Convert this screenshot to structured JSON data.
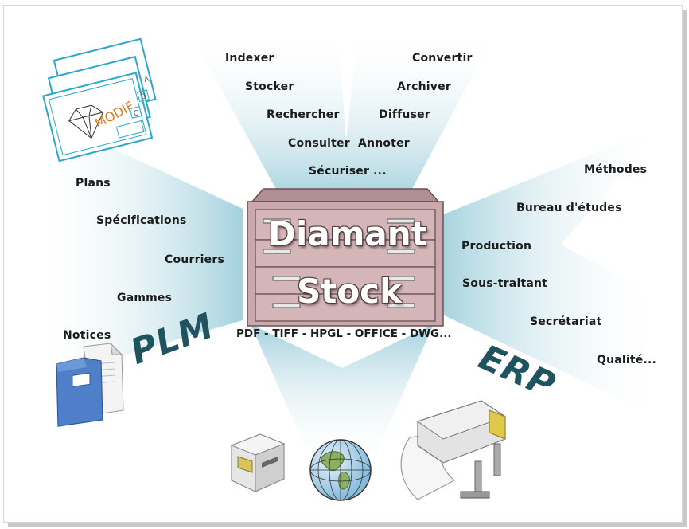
{
  "product": {
    "name_line1": "Diamant",
    "name_line2": "Stock"
  },
  "formats": "PDF - TIFF - HPGL - OFFICE - DWG...",
  "functions_left": [
    "Indexer",
    "Stocker",
    "Rechercher",
    "Consulter"
  ],
  "functions_right": [
    "Convertir",
    "Archiver",
    "Diffuser",
    "Annoter"
  ],
  "functions_bottom": "Sécuriser ...",
  "plm": {
    "title": "PLM",
    "items": [
      "Plans",
      "Spécifications",
      "Courriers",
      "Gammes",
      "Notices"
    ]
  },
  "erp": {
    "title": "ERP",
    "items": [
      "Méthodes",
      "Bureau d'études",
      "Production",
      "Sous-traitant",
      "Secrétariat",
      "Qualité..."
    ]
  },
  "drawing_stamp": {
    "text": "MODIF",
    "sheet_letters": [
      "A",
      "B",
      "C"
    ]
  },
  "colors": {
    "beam": "#9fcfdc",
    "cabinet": "#c9a9ac",
    "cabinet_dark": "#8a6a6e",
    "title_teal": "#1f5360",
    "drawing_line": "#2aa7c9",
    "stamp_orange": "#e07a1a"
  },
  "icons": [
    "plan-drawings-icon",
    "folder-documents-icon",
    "filing-cabinet-icon",
    "printer-icon",
    "globe-icon",
    "plotter-icon"
  ]
}
